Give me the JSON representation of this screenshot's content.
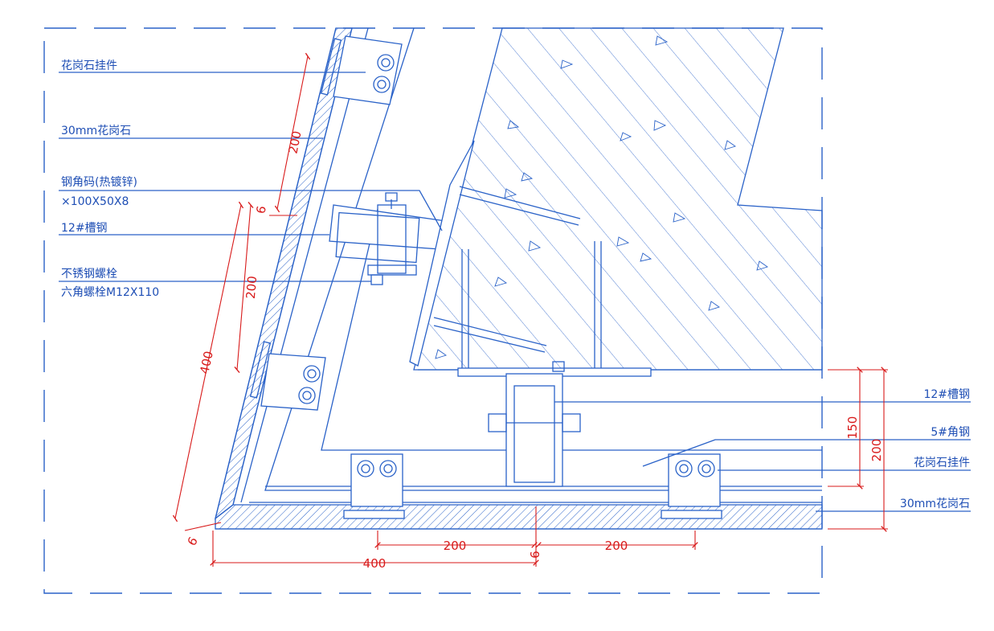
{
  "labels": {
    "granite_hanger": "花岗石挂件",
    "granite_30mm": "30mm花岗石",
    "steel_angle_1": "钢角码(热镀锌)",
    "steel_angle_2": "×100X50X8",
    "channel_12": "12#槽钢",
    "ss_bolt_1": "不锈钢螺栓",
    "ss_bolt_2": "六角螺栓M12X110",
    "channel_12_right": "12#槽钢",
    "angle_5_right": "5#角钢",
    "granite_hanger_right": "花岗石挂件",
    "granite_30mm_right": "30mm花岗石"
  },
  "dimensions": {
    "d200_top": "200",
    "d6_upper": "6",
    "d200_mid": "200",
    "d400_left": "400",
    "d6_corner": "6",
    "d200_bottom_left": "200",
    "d6_bottom": "6",
    "d200_bottom_right": "200",
    "d400_bottom": "400",
    "d150_right": "150",
    "d200_right": "200"
  },
  "colors": {
    "line": "#2a62c8",
    "dimension": "#d81a1a",
    "background": "#ffffff"
  }
}
